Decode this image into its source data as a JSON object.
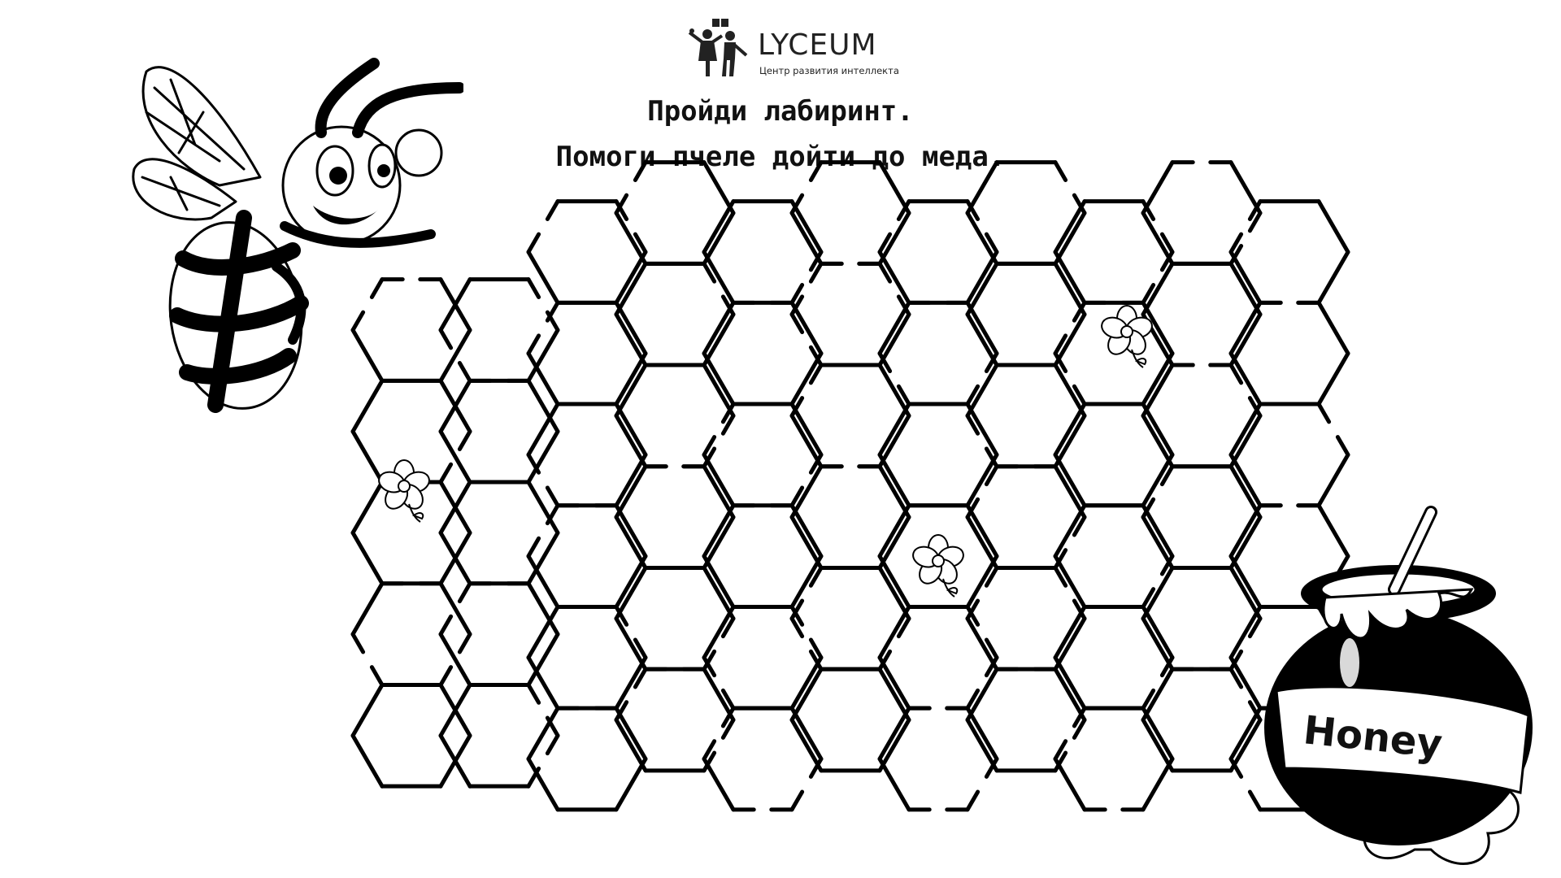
{
  "logo": {
    "brand": "LYCEUM",
    "tagline": "Центр развития интеллекта",
    "icon": "children-with-book-icon"
  },
  "title": {
    "line1": "Пройди лабиринт.",
    "line2": "Помоги пчеле дойти до меда."
  },
  "maze": {
    "type": "honeycomb",
    "columns": 11,
    "start": "bee",
    "finish": "honey-pot"
  },
  "bee": {
    "icon": "bee-icon"
  },
  "flowers": {
    "icon": "flower-icon",
    "count": 3
  },
  "honey_pot": {
    "icon": "honey-pot-icon",
    "label": "Honey"
  }
}
